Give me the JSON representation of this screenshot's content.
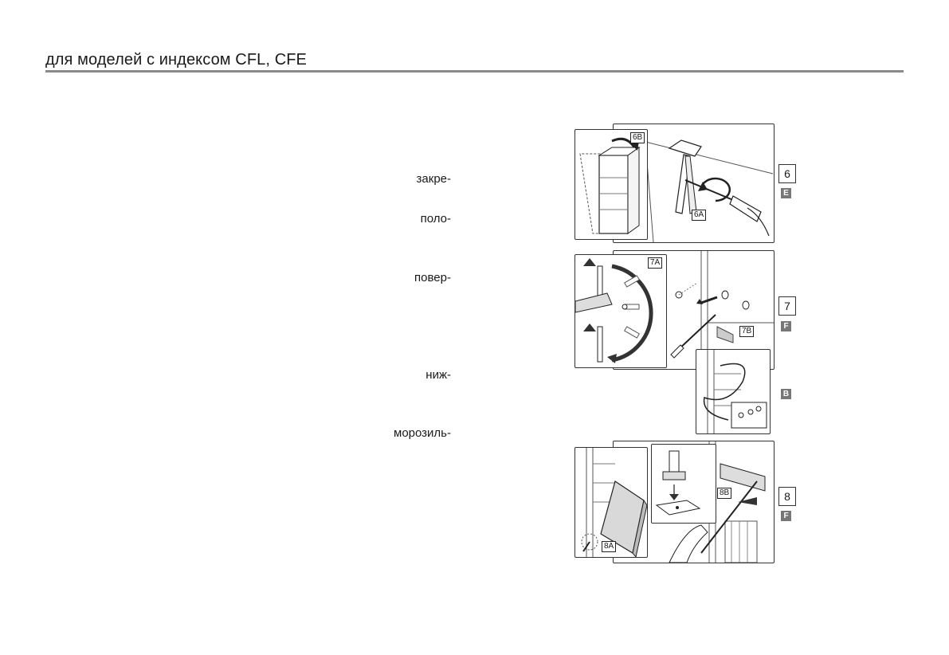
{
  "header": {
    "title": "для моделей с индексом CFL, CFE"
  },
  "side_words": [
    "закре-",
    "поло-",
    "повер-",
    "ниж-",
    "морозиль-"
  ],
  "steps": [
    {
      "number": "6",
      "badge": "E",
      "tags": [
        "6B",
        "6A"
      ]
    },
    {
      "number": "7",
      "badge": "F",
      "tags": [
        "7A",
        "7B"
      ],
      "extra_badge": "B"
    },
    {
      "number": "8",
      "badge": "F",
      "tags": [
        "8B",
        "8A"
      ]
    }
  ]
}
